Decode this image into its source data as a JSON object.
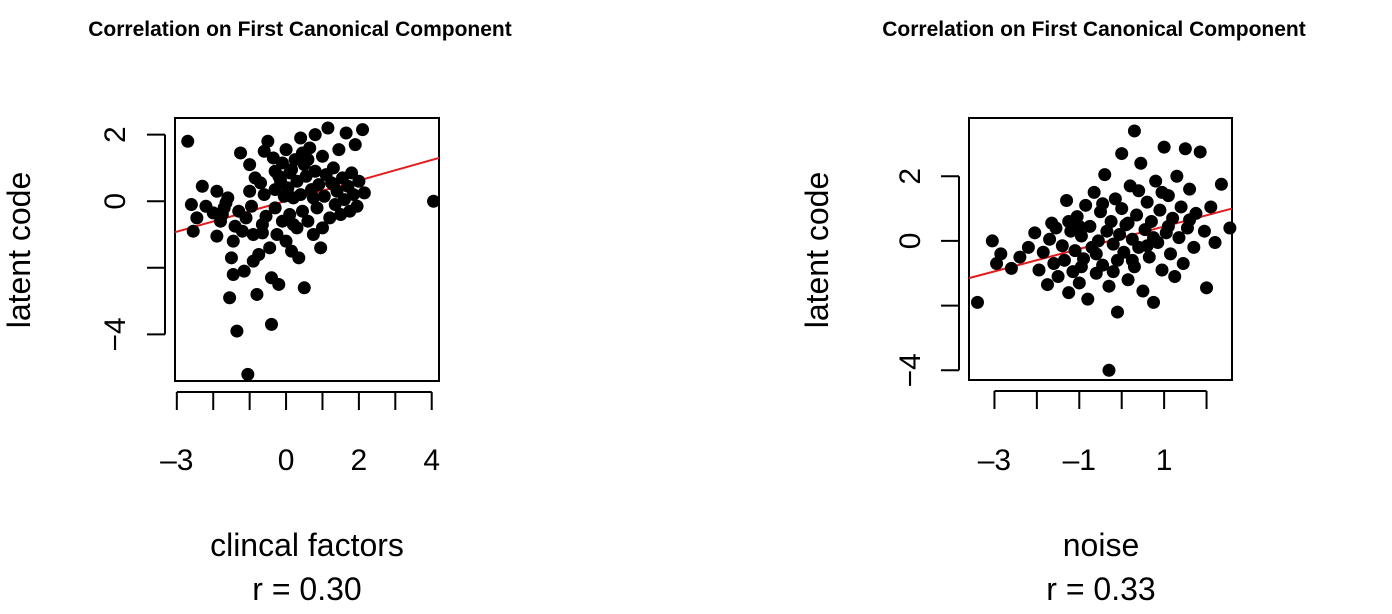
{
  "chart_data": [
    {
      "type": "scatter",
      "title": "Correlation on First Canonical Component",
      "xlabel": "clincal factors",
      "ylabel": "latent code",
      "annotation": "r = 0.30",
      "xlim": [
        -3.05,
        4.2
      ],
      "ylim": [
        -5.4,
        2.5
      ],
      "xticks": [
        -3,
        -2,
        -1,
        0,
        1,
        2,
        3,
        4
      ],
      "xtick_labels": [
        "–3",
        "",
        "",
        "0",
        "",
        "2",
        "",
        "4"
      ],
      "yticks": [
        -4,
        -2,
        0,
        2
      ],
      "ytick_labels": [
        "−4",
        "",
        "0",
        "2"
      ],
      "grid": false,
      "legend": "none",
      "point_color": "#000000",
      "fit_color": "#e41a1c",
      "fit_line": {
        "x": [
          -3.05,
          4.2
        ],
        "y": [
          -0.93,
          1.3
        ]
      },
      "points": [
        [
          -2.7,
          1.8
        ],
        [
          -2.6,
          -0.1
        ],
        [
          -2.55,
          -0.9
        ],
        [
          -2.3,
          0.45
        ],
        [
          -2.2,
          -0.15
        ],
        [
          -2.0,
          -0.35
        ],
        [
          -1.9,
          -1.05
        ],
        [
          -1.8,
          -0.6
        ],
        [
          -1.75,
          -0.4
        ],
        [
          -1.7,
          -0.2
        ],
        [
          -1.65,
          -0.05
        ],
        [
          -1.6,
          0.1
        ],
        [
          -1.55,
          -2.9
        ],
        [
          -1.5,
          -1.7
        ],
        [
          -1.45,
          -2.2
        ],
        [
          -1.45,
          -1.2
        ],
        [
          -1.4,
          -0.75
        ],
        [
          -1.35,
          -3.9
        ],
        [
          -1.3,
          -0.3
        ],
        [
          -1.25,
          1.45
        ],
        [
          -1.2,
          -0.9
        ],
        [
          -1.15,
          -2.1
        ],
        [
          -1.1,
          -0.5
        ],
        [
          -1.05,
          -5.2
        ],
        [
          -1.0,
          1.1
        ],
        [
          -1.0,
          0.3
        ],
        [
          -0.95,
          -0.15
        ],
        [
          -0.9,
          -1.0
        ],
        [
          -0.85,
          0.7
        ],
        [
          -0.8,
          -2.8
        ],
        [
          -0.75,
          -1.6
        ],
        [
          -0.7,
          0.55
        ],
        [
          -0.65,
          -0.7
        ],
        [
          -0.6,
          1.5
        ],
        [
          -0.6,
          0.2
        ],
        [
          -0.55,
          -0.45
        ],
        [
          -0.5,
          1.8
        ],
        [
          -0.45,
          -1.4
        ],
        [
          -0.4,
          -2.3
        ],
        [
          -0.4,
          -3.7
        ],
        [
          -0.35,
          1.3
        ],
        [
          -0.3,
          0.9
        ],
        [
          -0.3,
          -0.2
        ],
        [
          -0.25,
          -1.0
        ],
        [
          -0.2,
          -2.5
        ],
        [
          -0.15,
          0.6
        ],
        [
          -0.1,
          1.15
        ],
        [
          -0.1,
          -0.6
        ],
        [
          -0.05,
          0.15
        ],
        [
          0.0,
          1.55
        ],
        [
          0.0,
          -1.2
        ],
        [
          0.05,
          0.4
        ],
        [
          0.1,
          -0.4
        ],
        [
          0.15,
          0.95
        ],
        [
          0.15,
          -1.5
        ],
        [
          0.2,
          0.1
        ],
        [
          0.25,
          1.25
        ],
        [
          0.3,
          -0.8
        ],
        [
          0.3,
          0.6
        ],
        [
          0.35,
          -1.7
        ],
        [
          0.4,
          1.9
        ],
        [
          0.4,
          0.2
        ],
        [
          0.45,
          -0.3
        ],
        [
          0.5,
          1.1
        ],
        [
          0.5,
          -2.6
        ],
        [
          0.55,
          0.75
        ],
        [
          0.6,
          -0.6
        ],
        [
          0.65,
          1.6
        ],
        [
          0.7,
          0.35
        ],
        [
          0.75,
          -1.0
        ],
        [
          0.8,
          2.0
        ],
        [
          0.8,
          0.9
        ],
        [
          0.85,
          -0.2
        ],
        [
          0.9,
          0.5
        ],
        [
          0.95,
          -1.4
        ],
        [
          1.0,
          1.35
        ],
        [
          1.05,
          0.15
        ],
        [
          1.1,
          0.8
        ],
        [
          1.15,
          2.2
        ],
        [
          1.2,
          -0.5
        ],
        [
          1.25,
          0.55
        ],
        [
          1.3,
          1.0
        ],
        [
          1.35,
          -0.1
        ],
        [
          1.4,
          0.3
        ],
        [
          1.45,
          1.55
        ],
        [
          1.5,
          -0.4
        ],
        [
          1.55,
          0.7
        ],
        [
          1.6,
          0.05
        ],
        [
          1.65,
          2.05
        ],
        [
          1.7,
          0.45
        ],
        [
          1.75,
          -0.3
        ],
        [
          1.8,
          0.85
        ],
        [
          1.85,
          0.2
        ],
        [
          1.9,
          1.7
        ],
        [
          1.95,
          -0.15
        ],
        [
          2.0,
          0.6
        ],
        [
          2.1,
          2.15
        ],
        [
          2.15,
          0.25
        ],
        [
          4.05,
          0.0
        ],
        [
          -2.45,
          -0.5
        ],
        [
          -1.9,
          0.3
        ],
        [
          -0.9,
          -1.8
        ],
        [
          0.2,
          -0.7
        ],
        [
          -0.2,
          0.75
        ],
        [
          0.6,
          1.25
        ],
        [
          1.0,
          -0.8
        ],
        [
          1.3,
          0.5
        ],
        [
          -0.65,
          -0.95
        ],
        [
          -0.3,
          0.35
        ],
        [
          0.1,
          0.85
        ],
        [
          0.45,
          1.45
        ],
        [
          0.75,
          0.1
        ]
      ]
    },
    {
      "type": "scatter",
      "title": "Correlation on First Canonical Component",
      "xlabel": "noise",
      "ylabel": "latent code",
      "annotation": "r = 0.33",
      "xlim": [
        -3.6,
        2.6
      ],
      "ylim": [
        -4.3,
        3.8
      ],
      "xticks": [
        -3,
        -2,
        -1,
        0,
        1,
        2
      ],
      "xtick_labels": [
        "–3",
        "",
        "–1",
        "",
        "1",
        ""
      ],
      "yticks": [
        -4,
        -2,
        0,
        2
      ],
      "ytick_labels": [
        "−4",
        "",
        "0",
        "2"
      ],
      "grid": false,
      "legend": "none",
      "point_color": "#000000",
      "fit_color": "#e41a1c",
      "fit_line": {
        "x": [
          -3.6,
          2.6
        ],
        "y": [
          -1.15,
          1.0
        ]
      },
      "points": [
        [
          -3.4,
          -1.9
        ],
        [
          -3.05,
          0.0
        ],
        [
          -2.85,
          -0.4
        ],
        [
          -2.6,
          -0.85
        ],
        [
          -2.4,
          -0.5
        ],
        [
          -2.2,
          -0.2
        ],
        [
          -2.05,
          0.25
        ],
        [
          -1.95,
          -0.9
        ],
        [
          -1.85,
          -0.35
        ],
        [
          -1.75,
          -1.35
        ],
        [
          -1.7,
          0.05
        ],
        [
          -1.6,
          -0.7
        ],
        [
          -1.55,
          0.4
        ],
        [
          -1.5,
          -1.1
        ],
        [
          -1.4,
          -0.15
        ],
        [
          -1.35,
          -0.6
        ],
        [
          -1.3,
          1.25
        ],
        [
          -1.25,
          -1.6
        ],
        [
          -1.2,
          0.3
        ],
        [
          -1.15,
          -0.95
        ],
        [
          -1.1,
          -0.3
        ],
        [
          -1.05,
          0.75
        ],
        [
          -1.0,
          -1.3
        ],
        [
          -0.95,
          0.15
        ],
        [
          -0.9,
          -0.55
        ],
        [
          -0.85,
          1.1
        ],
        [
          -0.8,
          -1.8
        ],
        [
          -0.75,
          0.45
        ],
        [
          -0.7,
          -0.2
        ],
        [
          -0.65,
          1.5
        ],
        [
          -0.6,
          -1.0
        ],
        [
          -0.55,
          0.0
        ],
        [
          -0.5,
          0.9
        ],
        [
          -0.45,
          -0.75
        ],
        [
          -0.4,
          2.05
        ],
        [
          -0.35,
          0.3
        ],
        [
          -0.3,
          -4.0
        ],
        [
          -0.3,
          -1.4
        ],
        [
          -0.25,
          0.6
        ],
        [
          -0.2,
          -0.1
        ],
        [
          -0.15,
          1.3
        ],
        [
          -0.1,
          -2.2
        ],
        [
          -0.1,
          -0.6
        ],
        [
          -0.05,
          0.2
        ],
        [
          0.0,
          2.7
        ],
        [
          0.0,
          1.0
        ],
        [
          0.05,
          -0.35
        ],
        [
          0.1,
          0.5
        ],
        [
          0.15,
          -1.2
        ],
        [
          0.2,
          1.7
        ],
        [
          0.25,
          0.05
        ],
        [
          0.3,
          3.4
        ],
        [
          0.3,
          -0.8
        ],
        [
          0.35,
          0.8
        ],
        [
          0.4,
          -0.2
        ],
        [
          0.45,
          2.4
        ],
        [
          0.5,
          -1.55
        ],
        [
          0.55,
          0.35
        ],
        [
          0.6,
          1.2
        ],
        [
          0.65,
          -0.5
        ],
        [
          0.7,
          0.6
        ],
        [
          0.75,
          -1.9
        ],
        [
          0.8,
          1.85
        ],
        [
          0.85,
          -0.05
        ],
        [
          0.9,
          0.95
        ],
        [
          0.95,
          -0.9
        ],
        [
          1.0,
          2.9
        ],
        [
          1.05,
          0.25
        ],
        [
          1.1,
          1.4
        ],
        [
          1.15,
          -0.4
        ],
        [
          1.2,
          0.7
        ],
        [
          1.25,
          -1.1
        ],
        [
          1.3,
          2.0
        ],
        [
          1.35,
          0.1
        ],
        [
          1.4,
          1.05
        ],
        [
          1.45,
          -0.7
        ],
        [
          1.5,
          2.85
        ],
        [
          1.55,
          0.4
        ],
        [
          1.6,
          1.6
        ],
        [
          1.7,
          -0.2
        ],
        [
          1.75,
          0.85
        ],
        [
          1.85,
          2.75
        ],
        [
          1.95,
          0.3
        ],
        [
          2.0,
          -1.45
        ],
        [
          2.1,
          1.05
        ],
        [
          2.2,
          -0.05
        ],
        [
          2.35,
          1.75
        ],
        [
          2.55,
          0.4
        ],
        [
          -2.95,
          -0.7
        ],
        [
          -1.65,
          0.55
        ],
        [
          -0.95,
          -0.8
        ],
        [
          -0.45,
          1.15
        ],
        [
          0.15,
          0.55
        ],
        [
          0.6,
          -0.15
        ],
        [
          1.1,
          0.45
        ],
        [
          -1.25,
          0.6
        ],
        [
          0.4,
          1.55
        ],
        [
          -0.6,
          -0.4
        ],
        [
          0.95,
          1.5
        ],
        [
          1.6,
          0.65
        ],
        [
          -0.2,
          -0.95
        ],
        [
          0.75,
          0.1
        ],
        [
          -1.0,
          0.45
        ],
        [
          0.25,
          -0.6
        ]
      ]
    }
  ]
}
